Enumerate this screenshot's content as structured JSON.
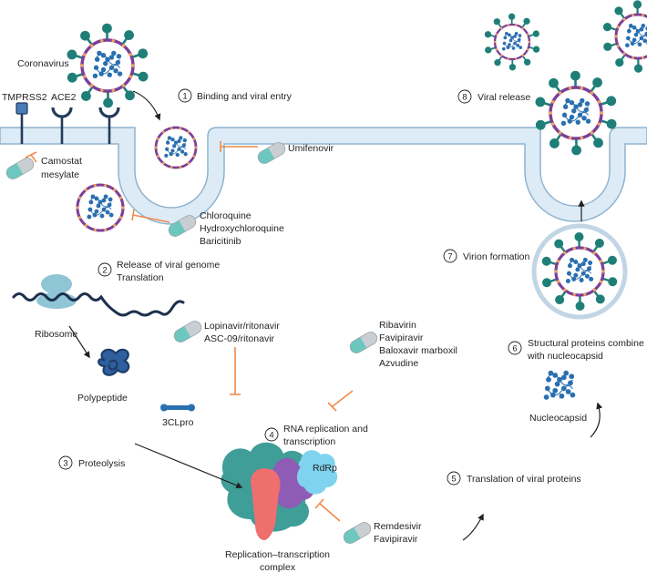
{
  "labels": {
    "coronavirus": "Coronavirus",
    "tmprss2": "TMPRSS2",
    "ace2": "ACE2",
    "camostat_1": "Camostat",
    "camostat_2": "mesylate",
    "umifenovir": "Umifenovir",
    "chloroquine": "Chloroquine",
    "hydroxychloroquine": "Hydroxychloroquine",
    "baricitinib": "Baricitinib",
    "ribosome": "Ribosome",
    "polypeptide": "Polypeptide",
    "lopinavir": "Lopinavir/ritonavir",
    "asc09": "ASC-09/ritonavir",
    "clpro": "3CLpro",
    "ribavirin": "Ribavirin",
    "favipiravir_1": "Favipiravir",
    "baloxavir": "Baloxavir marboxil",
    "azvudine": "Azvudine",
    "rdrp": "RdRp",
    "remdesivir": "Remdesivir",
    "favipiravir_2": "Favipiravir",
    "rtc_1": "Replication–transcription",
    "rtc_2": "complex",
    "nucleocapsid": "Nucleocapsid"
  },
  "steps": [
    {
      "num": "1",
      "text": "Binding and viral entry",
      "text2": ""
    },
    {
      "num": "2",
      "text": "Release of viral genome",
      "text2": "Translation"
    },
    {
      "num": "3",
      "text": "Proteolysis",
      "text2": ""
    },
    {
      "num": "4",
      "text": "RNA replication and",
      "text2": "transcription"
    },
    {
      "num": "5",
      "text": "Translation of viral proteins",
      "text2": ""
    },
    {
      "num": "6",
      "text": "Structural proteins combine",
      "text2": "with nucleocapsid"
    },
    {
      "num": "7",
      "text": "Virion formation",
      "text2": ""
    },
    {
      "num": "8",
      "text": "Viral release",
      "text2": ""
    }
  ],
  "colors": {
    "membrane_fill": "#dcebf6",
    "membrane_stroke": "#8fb3cf",
    "spike": "#1f7f78",
    "envelope": "#7b3f98",
    "rna": "#2a6fb0",
    "inhibit": "#f08a4b",
    "pill_teal": "#6cc7bf",
    "pill_grey": "#c9ced3",
    "receptor": "#243b5a"
  }
}
